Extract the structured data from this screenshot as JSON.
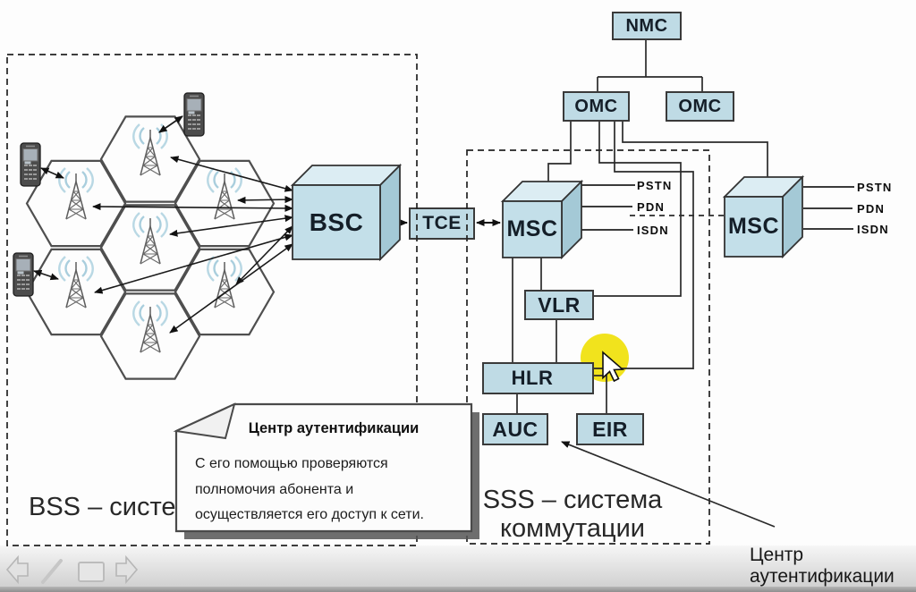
{
  "diagram": {
    "boxes": {
      "nmc": "NMC",
      "omc_left": "OMC",
      "omc_right": "OMC",
      "bsc": "BSC",
      "tce": "TCE",
      "msc_left": "MSC",
      "msc_right": "MSC",
      "vlr": "VLR",
      "hlr": "HLR",
      "auc": "AUC",
      "eir": "EIR"
    },
    "external_networks_left": [
      "PSTN",
      "PDN",
      "ISDN"
    ],
    "external_networks_right": [
      "PSTN",
      "PDN",
      "ISDN"
    ],
    "region_labels": {
      "bss": "BSS – систем",
      "sss_line1": "SSS – система",
      "sss_line2": "коммутации"
    },
    "callout": {
      "line1": "Центр",
      "line2": "аутентификации"
    }
  },
  "note": {
    "title": "Центр аутентификации",
    "body_lines": [
      "С его помощью проверяются",
      "полномочия абонента и",
      "осуществляется его доступ к сети."
    ]
  },
  "toolbar": {
    "icons": [
      "previous-slide",
      "pen-tool",
      "shapes-tool",
      "next-slide"
    ]
  },
  "colors": {
    "box_fill": "#bfdbe5",
    "box_border": "#3a3a3a",
    "cube_top": "#dcedf3",
    "cube_side": "#a4c9d6",
    "highlight_yellow": "#f0e10a",
    "signal_blue": "#a9cedd",
    "line": "#222222"
  }
}
